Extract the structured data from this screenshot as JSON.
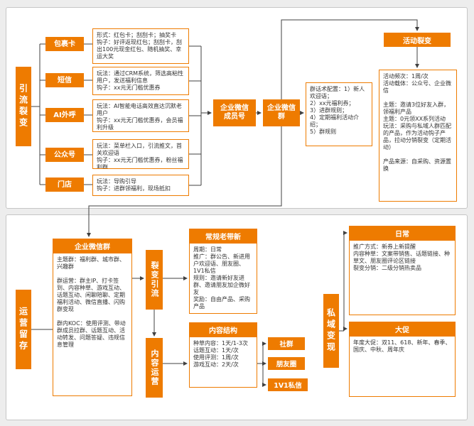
{
  "colors": {
    "accent": "#ee7b00",
    "line": "#404040"
  },
  "top": {
    "section_label": "引流裂变",
    "channels": [
      {
        "label": "包裹卡",
        "detail": "形式：红包卡；刮刮卡；抽奖卡\n钩子：好评返现红包；刮刮卡，刮出100元现金红包、随机抽奖、幸运大奖"
      },
      {
        "label": "短信",
        "detail": "玩法：通过CRM系统，筛选高粘性用户，发送福利信息\n钩子：xx元无门槛优惠券"
      },
      {
        "label": "AI外呼",
        "detail": "玩法：AI智能电话高效直达沉默老用户\n钩子：xx元无门槛优惠券，会员福利升级"
      },
      {
        "label": "公众号",
        "detail": "玩法：菜单栏入口，引流推文，首关欢迎语\n钩子：xx元无门槛优惠券，粉丝福利群"
      },
      {
        "label": "门店",
        "detail": "玩法：导购引导\n钩子：进群领福利，现场抵扣"
      }
    ],
    "member_account": "企业微信成员号",
    "wechat_group": "企业微信群",
    "script_config": "群话术配置：1）新人欢迎语；\n2）xx元福利券；\n3）进群规则；\n4）定期福利活动介绍；\n5）群规则",
    "activity": {
      "label": "活动裂变",
      "detail": "活动频次：1周/次\n活动载体：公众号、企业微信\n\n主题：邀请3位好友入群，领福利产品\n主题：0元领XX系列活动\n玩法：采购与私域人群匹配的产品，作为活动钩子产品，拉动分销裂变（定期活动）\n\n产品来源：自采购、资源置换"
    }
  },
  "bottom": {
    "section_label": "运营留存",
    "group": {
      "label": "企业微信群",
      "detail": "主题群：福利群、城市群、兴趣群\n\n群运营：群主IP、打卡签到、内容种草、游戏互动、话题互动、闲聊陪聊、定期福利活动、微信直播、闪购群变现\n\n群内KOC：使用评测、带动群成员拉群、话题互动、活动转发、问题答疑、违规信息管理"
    },
    "fission_label": "裂变引流",
    "content_op_label": "内容运营",
    "referral": {
      "label": "常规老带新",
      "detail": "周期：日常\n推广：群公告、新进用户欢迎语、朋友圈、1V1私信\n规则：邀请新好友进群、邀请朋友加企微好友\n奖励：自由产品、采购产品"
    },
    "content_structure": {
      "label": "内容结构",
      "detail": "种草内容：1天/1-3次\n话题互动：1天/次\n使用评测：1周/次\n游戏互动：2天/次"
    },
    "channels": [
      "社群",
      "朋友圈",
      "1V1私信"
    ],
    "monetization_label": "私域变现",
    "daily": {
      "label": "日常",
      "detail": "推广方式：新券上新提醒\n内容种草：文案带销售、话题链接、种草文、朋友圈评论区链接\n裂变分销：二级分销热卖品"
    },
    "promo": {
      "label": "大促",
      "detail": "年度大促：双11、618、新年、春季、国庆、中秋、周年庆"
    }
  }
}
